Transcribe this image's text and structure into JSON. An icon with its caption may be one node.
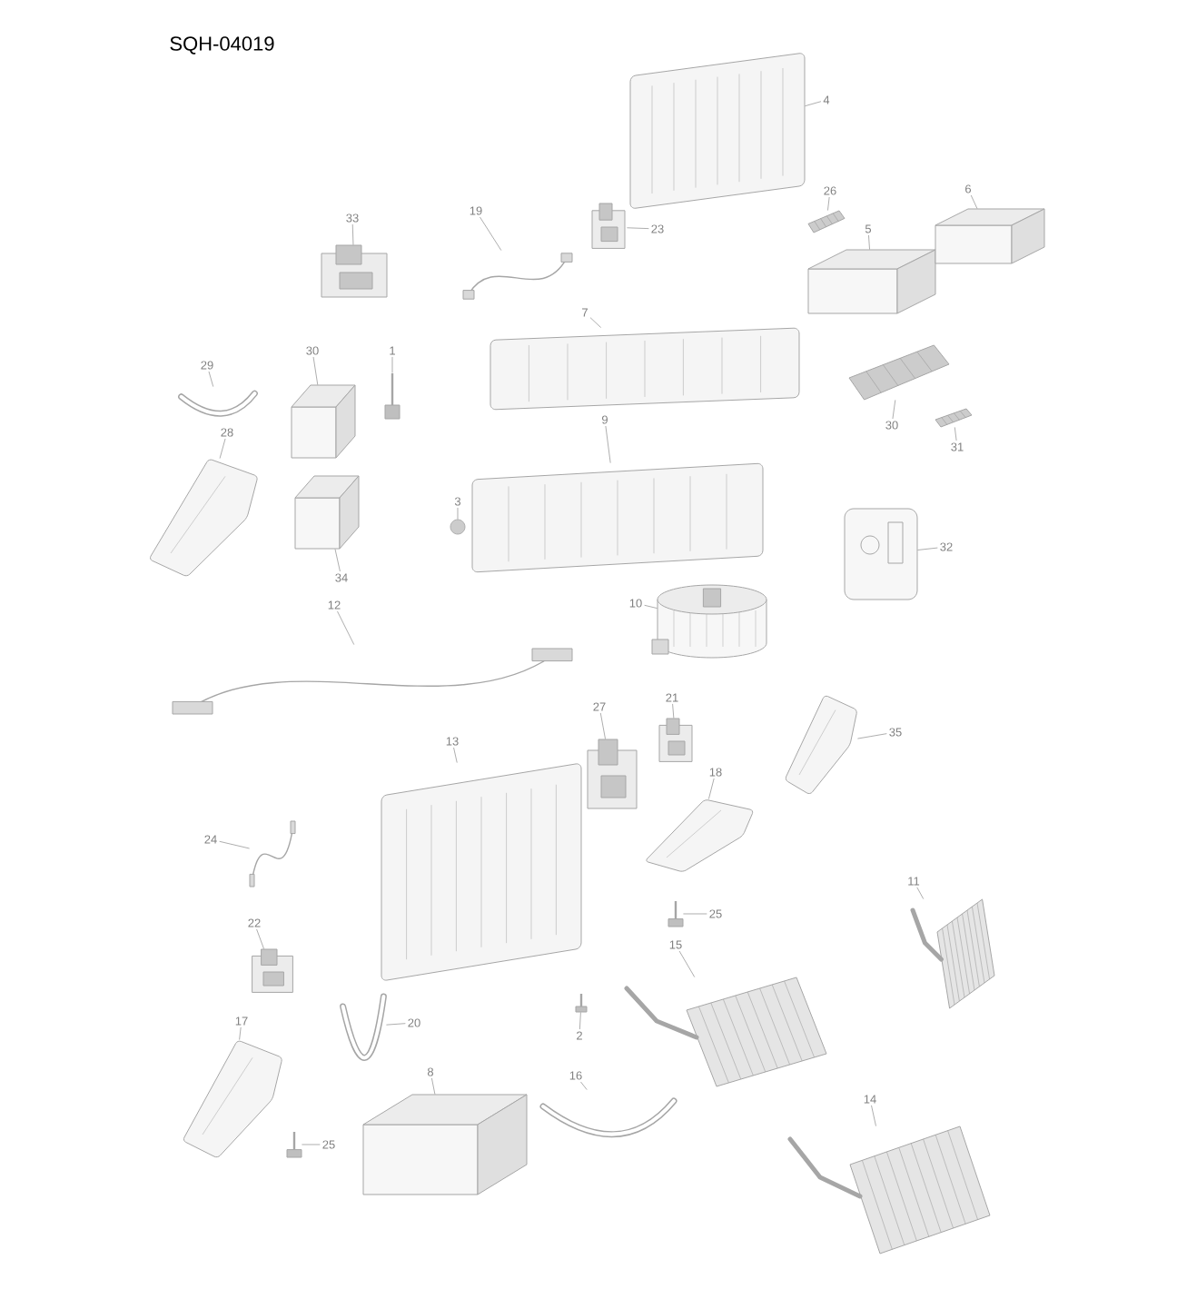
{
  "diagram": {
    "title": "SQH-04019",
    "nodes": [
      {
        "text": [
          "33"
        ]
      },
      {
        "text": [],
        "shape": "picture"
      },
      {
        "text": [
          "19"
        ]
      },
      {
        "text": [],
        "shape": "picture"
      },
      {
        "text": [
          "23"
        ]
      },
      {
        "text": [],
        "shape": "picture"
      },
      {
        "text": [
          "4"
        ]
      },
      {
        "text": [],
        "shape": "picture"
      },
      {
        "text": [
          "26"
        ]
      },
      {
        "text": [],
        "shape": "picture"
      },
      {
        "text": [
          "5"
        ]
      },
      {
        "text": [],
        "shape": "picture"
      },
      {
        "text": [
          "6"
        ]
      },
      {
        "text": [],
        "shape": "picture"
      },
      {
        "text": [
          "7"
        ]
      },
      {
        "text": [],
        "shape": "picture"
      },
      {
        "text": [
          "1"
        ]
      },
      {
        "text": [],
        "shape": "picture"
      },
      {
        "text": [
          "30"
        ]
      },
      {
        "text": [],
        "shape": "picture"
      },
      {
        "text": [
          "29"
        ]
      },
      {
        "text": [],
        "shape": "picture"
      },
      {
        "text": [
          "28"
        ]
      },
      {
        "text": [],
        "shape": "picture"
      },
      {
        "text": [
          "30"
        ]
      },
      {
        "text": [],
        "shape": "picture"
      },
      {
        "text": [
          "31"
        ]
      },
      {
        "text": [],
        "shape": "picture"
      },
      {
        "text": [
          "9"
        ]
      },
      {
        "text": [],
        "shape": "picture"
      },
      {
        "text": [
          "3"
        ]
      },
      {
        "text": [],
        "shape": "circle"
      },
      {
        "text": [
          "34"
        ]
      },
      {
        "text": [],
        "shape": "picture"
      },
      {
        "text": [
          "32"
        ]
      },
      {
        "text": [],
        "shape": "picture"
      },
      {
        "text": [
          "10"
        ]
      },
      {
        "text": [],
        "shape": "picture"
      },
      {
        "text": [
          "12"
        ]
      },
      {
        "text": [],
        "shape": "picture"
      },
      {
        "text": [
          "21"
        ]
      },
      {
        "text": [],
        "shape": "picture"
      },
      {
        "text": [
          "27"
        ]
      },
      {
        "text": [],
        "shape": "picture"
      },
      {
        "text": [
          "35"
        ]
      },
      {
        "text": [],
        "shape": "picture"
      },
      {
        "text": [
          "13"
        ]
      },
      {
        "text": [],
        "shape": "picture"
      },
      {
        "text": [
          "18"
        ]
      },
      {
        "text": [],
        "shape": "picture"
      },
      {
        "text": [
          "24"
        ]
      },
      {
        "text": [],
        "shape": "picture"
      },
      {
        "text": [
          "25"
        ]
      },
      {
        "text": [],
        "shape": "picture"
      },
      {
        "text": [
          "11"
        ]
      },
      {
        "text": [],
        "shape": "picture"
      },
      {
        "text": [
          "22"
        ]
      },
      {
        "text": [],
        "shape": "picture"
      },
      {
        "text": [
          "15"
        ]
      },
      {
        "text": [],
        "shape": "picture"
      },
      {
        "text": [
          "2"
        ]
      },
      {
        "text": [],
        "shape": "picture"
      },
      {
        "text": [
          "20"
        ]
      },
      {
        "text": [],
        "shape": "picture"
      },
      {
        "text": [
          "17"
        ]
      },
      {
        "text": [],
        "shape": "picture"
      },
      {
        "text": [
          "8"
        ]
      },
      {
        "text": [],
        "shape": "picture"
      },
      {
        "text": [
          "16"
        ]
      },
      {
        "text": [],
        "shape": "picture"
      },
      {
        "text": [
          "14"
        ]
      },
      {
        "text": [],
        "shape": "picture"
      },
      {
        "text": [
          "25"
        ]
      },
      {
        "text": [],
        "shape": "picture"
      }
    ],
    "edges": [
      {
        "from": 0,
        "to": 1,
        "arrow": "none"
      },
      {
        "from": 2,
        "to": 3,
        "arrow": "none"
      },
      {
        "from": 4,
        "to": 5,
        "arrow": "none"
      },
      {
        "from": 6,
        "to": 7,
        "arrow": "none"
      },
      {
        "from": 8,
        "to": 9,
        "arrow": "none"
      },
      {
        "from": 10,
        "to": 11,
        "arrow": "none"
      },
      {
        "from": 12,
        "to": 13,
        "arrow": "none"
      },
      {
        "from": 14,
        "to": 15,
        "arrow": "none"
      },
      {
        "from": 16,
        "to": 17,
        "arrow": "none"
      },
      {
        "from": 18,
        "to": 19,
        "arrow": "none"
      },
      {
        "from": 20,
        "to": 21,
        "arrow": "none"
      },
      {
        "from": 22,
        "to": 23,
        "arrow": "none"
      },
      {
        "from": 24,
        "to": 25,
        "arrow": "none"
      },
      {
        "from": 26,
        "to": 27,
        "arrow": "none"
      },
      {
        "from": 28,
        "to": 29,
        "arrow": "none"
      },
      {
        "from": 30,
        "to": 31,
        "arrow": "none"
      },
      {
        "from": 32,
        "to": 33,
        "arrow": "none"
      },
      {
        "from": 34,
        "to": 35,
        "arrow": "none"
      },
      {
        "from": 36,
        "to": 37,
        "arrow": "none"
      },
      {
        "from": 38,
        "to": 39,
        "arrow": "none"
      },
      {
        "from": 40,
        "to": 41,
        "arrow": "none"
      },
      {
        "from": 42,
        "to": 43,
        "arrow": "none"
      },
      {
        "from": 44,
        "to": 45,
        "arrow": "none"
      },
      {
        "from": 46,
        "to": 47,
        "arrow": "none"
      },
      {
        "from": 48,
        "to": 49,
        "arrow": "none"
      },
      {
        "from": 50,
        "to": 51,
        "arrow": "none"
      },
      {
        "from": 52,
        "to": 53,
        "arrow": "none"
      },
      {
        "from": 54,
        "to": 55,
        "arrow": "none"
      },
      {
        "from": 56,
        "to": 57,
        "arrow": "none"
      },
      {
        "from": 58,
        "to": 59,
        "arrow": "none"
      },
      {
        "from": 60,
        "to": 61,
        "arrow": "none"
      },
      {
        "from": 62,
        "to": 63,
        "arrow": "none"
      },
      {
        "from": 64,
        "to": 65,
        "arrow": "none"
      },
      {
        "from": 66,
        "to": 67,
        "arrow": "none"
      },
      {
        "from": 68,
        "to": 69,
        "arrow": "none"
      },
      {
        "from": 70,
        "to": 71,
        "arrow": "none"
      },
      {
        "from": 72,
        "to": 73,
        "arrow": "none"
      }
    ]
  }
}
